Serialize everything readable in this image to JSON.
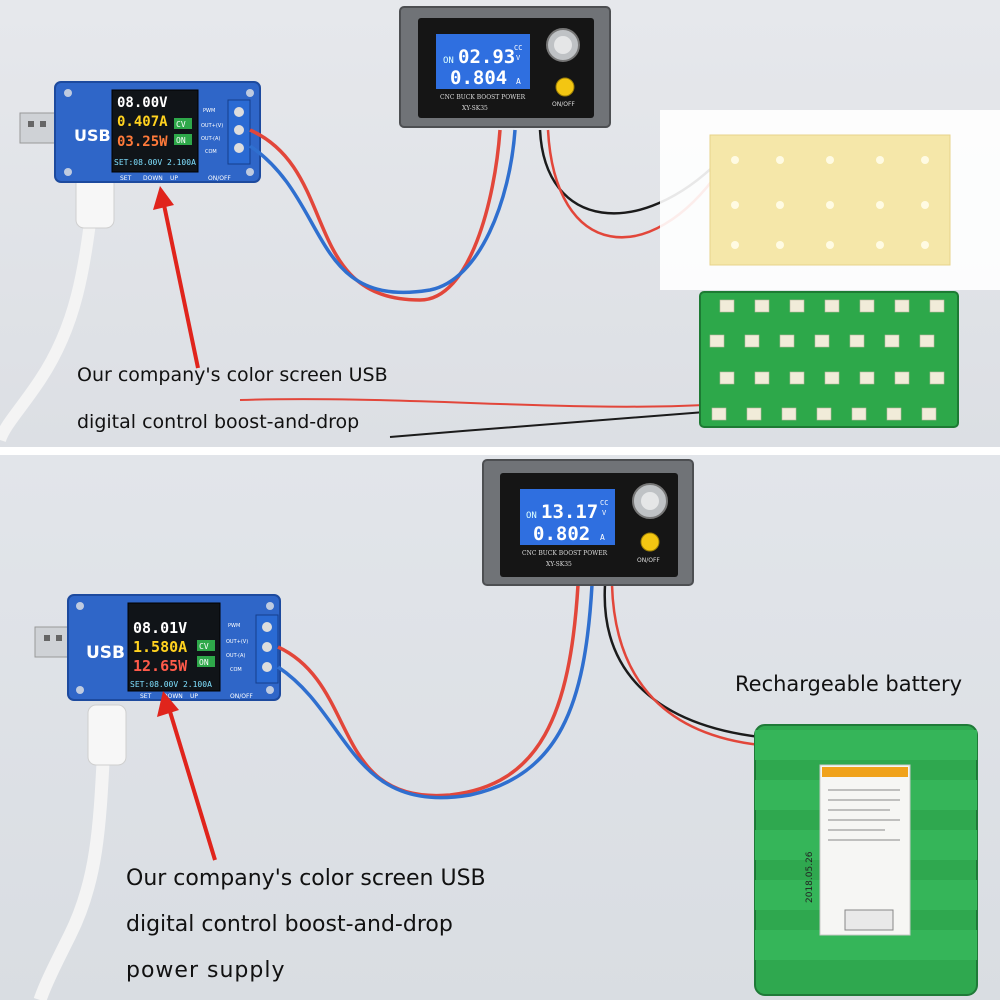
{
  "top": {
    "usb_module": {
      "brand": "USB",
      "voltage": "08.00V",
      "current": "0.407A",
      "power": "03.25W",
      "setting": "SET:08.00V 2.100A",
      "mode_badges": [
        "CV",
        "ON"
      ],
      "terminal_labels": [
        "PWM",
        "OUT+(V)",
        "OUT-(A)",
        "COM"
      ],
      "button_labels": [
        "SET",
        "DOWN",
        "UP",
        "ON/OFF"
      ]
    },
    "buck_boost": {
      "on_label": "ON",
      "voltage": "02.93",
      "current": "0.804",
      "units_top": [
        "CC",
        "V"
      ],
      "unit_current": "A",
      "title": "CNC BUCK BOOST POWER",
      "model": "XY-SK35",
      "power_button_label": "ON/OFF"
    },
    "caption_lines": [
      "Our company's color screen USB",
      "digital control boost-and-drop"
    ]
  },
  "bottom": {
    "usb_module": {
      "brand": "USB",
      "voltage": "08.01V",
      "current": "1.580A",
      "power": "12.65W",
      "setting": "SET:08.00V 2.100A",
      "mode_badges": [
        "CV",
        "ON"
      ],
      "terminal_labels": [
        "PWM",
        "OUT+(V)",
        "OUT-(A)",
        "COM"
      ],
      "button_labels": [
        "SET",
        "DOWN",
        "UP",
        "ON/OFF"
      ]
    },
    "buck_boost": {
      "on_label": "ON",
      "voltage": "13.17",
      "current": "0.802",
      "units_top": [
        "CC",
        "V"
      ],
      "unit_current": "A",
      "title": "CNC BUCK BOOST POWER",
      "model": "XY-SK35",
      "power_button_label": "ON/OFF"
    },
    "battery_label": "Rechargeable battery",
    "battery_date": "2018.05.26",
    "caption_lines": [
      "Our company's color screen USB",
      "digital control boost-and-drop",
      "power supply"
    ]
  },
  "colors": {
    "usb_board": "#2f66c8",
    "lcd_blue": "#3a78e6",
    "wire_red": "#e2463a",
    "wire_blue": "#2f6fcf",
    "wire_black": "#1b1b1b",
    "pcb_green": "#2da84a",
    "battery_green": "#2fa84f",
    "arrow_red": "#e0241c"
  }
}
